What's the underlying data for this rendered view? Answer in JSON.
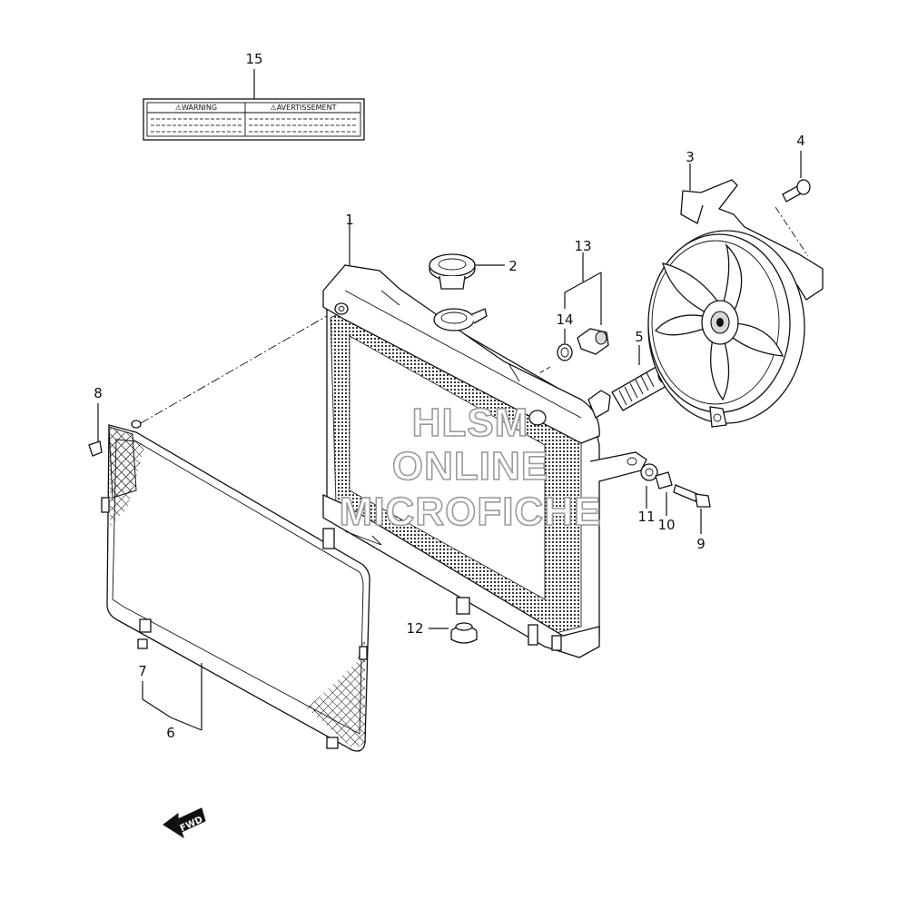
{
  "callouts": {
    "c1": "1",
    "c2": "2",
    "c3": "3",
    "c4": "4",
    "c5": "5",
    "c6": "6",
    "c7": "7",
    "c8": "8",
    "c9": "9",
    "c10": "10",
    "c11": "11",
    "c12": "12",
    "c13": "13",
    "c14": "14",
    "c15": "15"
  },
  "warning_label": {
    "left": "⚠WARNING",
    "right": "⚠AVERTISSEMENT"
  },
  "watermark": {
    "line1": "HLSM",
    "line2": "ONLINE",
    "line3": "MICROFICHE"
  },
  "fwd_arrow": {
    "text": "FWD"
  },
  "colors": {
    "line": "#111111",
    "watermark_outline": "#9a9a9a",
    "background": "#ffffff"
  }
}
